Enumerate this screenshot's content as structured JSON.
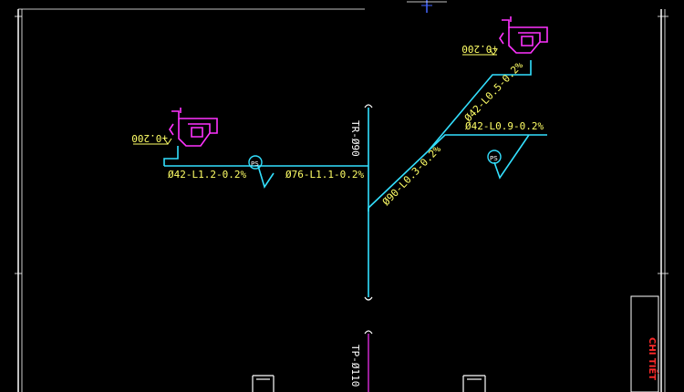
{
  "drawing": {
    "riser_tr": "TR-Ø90",
    "riser_tp": "TP-Ø110",
    "pipe_labels": {
      "left_branch": "Ø42-L1.2-0.2%",
      "main_horizontal": "Ø76-L1.1-0.2%",
      "main_diagonal": "Ø90-L0.3-0.2%",
      "upper_diagonal": "Ø42-L0.5-0.2%",
      "right_branch": "Ø42-L0.9-0.2%"
    },
    "elevations": {
      "left_basin": "+0.200",
      "right_basin": "+0.200"
    },
    "floor_drain_tag": "PS",
    "title_block_text": "CHI TIẾT",
    "colors": {
      "background": "#000000",
      "pipe": "#33e0ff",
      "fixture": "#ff33ff",
      "label": "#ffff66",
      "riser_label": "#ffffff",
      "title": "#ff2a2a"
    }
  }
}
